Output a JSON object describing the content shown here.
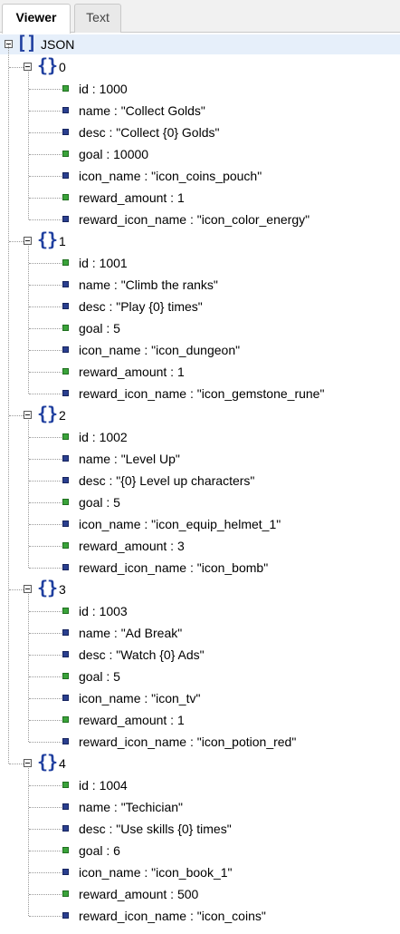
{
  "tabs": [
    {
      "label": "Viewer",
      "active": true
    },
    {
      "label": "Text",
      "active": false
    }
  ],
  "root_label": "JSON",
  "items": [
    {
      "index": "0",
      "fields": [
        {
          "text": "id : 1000",
          "kind": "number"
        },
        {
          "text": "name : \"Collect Golds\"",
          "kind": "string"
        },
        {
          "text": "desc : \"Collect {0} Golds\"",
          "kind": "string"
        },
        {
          "text": "goal : 10000",
          "kind": "number"
        },
        {
          "text": "icon_name : \"icon_coins_pouch\"",
          "kind": "string"
        },
        {
          "text": "reward_amount : 1",
          "kind": "number"
        },
        {
          "text": "reward_icon_name : \"icon_color_energy\"",
          "kind": "string"
        }
      ]
    },
    {
      "index": "1",
      "fields": [
        {
          "text": "id : 1001",
          "kind": "number"
        },
        {
          "text": "name : \"Climb the ranks\"",
          "kind": "string"
        },
        {
          "text": "desc : \"Play {0} times\"",
          "kind": "string"
        },
        {
          "text": "goal : 5",
          "kind": "number"
        },
        {
          "text": "icon_name : \"icon_dungeon\"",
          "kind": "string"
        },
        {
          "text": "reward_amount : 1",
          "kind": "number"
        },
        {
          "text": "reward_icon_name : \"icon_gemstone_rune\"",
          "kind": "string"
        }
      ]
    },
    {
      "index": "2",
      "fields": [
        {
          "text": "id : 1002",
          "kind": "number"
        },
        {
          "text": "name : \"Level Up\"",
          "kind": "string"
        },
        {
          "text": "desc : \"{0} Level up characters\"",
          "kind": "string"
        },
        {
          "text": "goal : 5",
          "kind": "number"
        },
        {
          "text": "icon_name : \"icon_equip_helmet_1\"",
          "kind": "string"
        },
        {
          "text": "reward_amount : 3",
          "kind": "number"
        },
        {
          "text": "reward_icon_name : \"icon_bomb\"",
          "kind": "string"
        }
      ]
    },
    {
      "index": "3",
      "fields": [
        {
          "text": "id : 1003",
          "kind": "number"
        },
        {
          "text": "name : \"Ad Break\"",
          "kind": "string"
        },
        {
          "text": "desc : \"Watch {0} Ads\"",
          "kind": "string"
        },
        {
          "text": "goal : 5",
          "kind": "number"
        },
        {
          "text": "icon_name : \"icon_tv\"",
          "kind": "string"
        },
        {
          "text": "reward_amount : 1",
          "kind": "number"
        },
        {
          "text": "reward_icon_name : \"icon_potion_red\"",
          "kind": "string"
        }
      ]
    },
    {
      "index": "4",
      "fields": [
        {
          "text": "id : 1004",
          "kind": "number"
        },
        {
          "text": "name : \"Techician\"",
          "kind": "string"
        },
        {
          "text": "desc : \"Use skills {0} times\"",
          "kind": "string"
        },
        {
          "text": "goal : 6",
          "kind": "number"
        },
        {
          "text": "icon_name : \"icon_book_1\"",
          "kind": "string"
        },
        {
          "text": "reward_amount : 500",
          "kind": "number"
        },
        {
          "text": "reward_icon_name : \"icon_coins\"",
          "kind": "string"
        }
      ]
    }
  ],
  "colors": {
    "number_icon": "#3aa33a",
    "string_icon": "#2a3f8f",
    "bracket": "#1f3f9f",
    "root_highlight": "#e6effa"
  },
  "icons": {
    "toggle": "collapse-minus-icon",
    "array": "array-bracket-icon",
    "object": "object-brace-icon",
    "number": "number-leaf-icon",
    "string": "string-leaf-icon"
  }
}
